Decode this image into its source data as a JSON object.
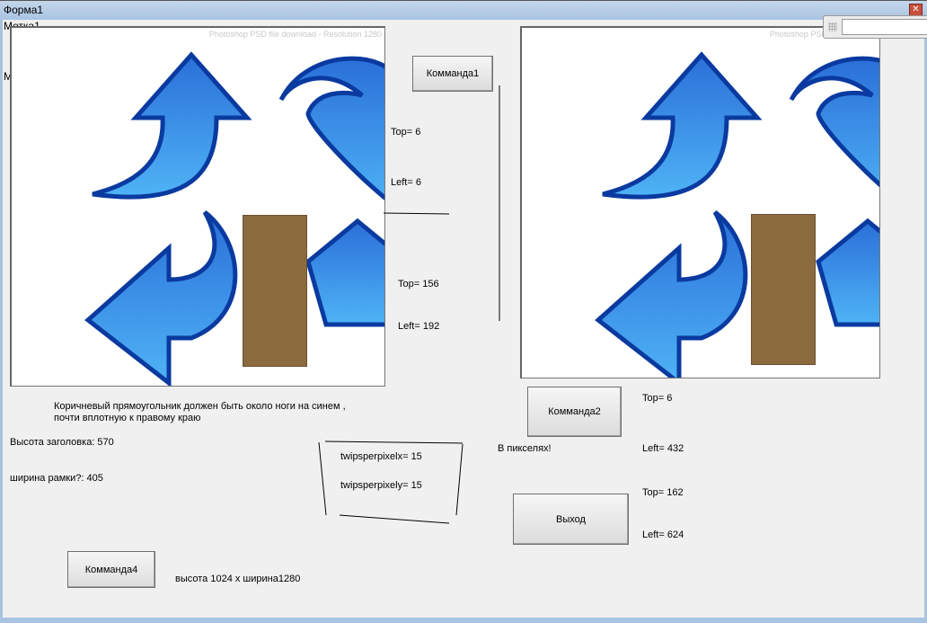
{
  "window": {
    "title": "Форма1",
    "close_icon": "close-icon"
  },
  "labels": {
    "metka1": "Метка1",
    "metka_partial": "М",
    "top1": "Top= 6",
    "left1": "Left= 6",
    "top2": "Top= 156",
    "left2": "Left= 192",
    "top3": "Top= 6",
    "left3": "Left= 432",
    "top4": "Top= 162",
    "left4": "Left= 624",
    "note1": "Коричневый прямоугольник должен быть около ноги на синем ,",
    "note2": "почти вплотную к правому краю",
    "header_height": "Высота заголовка: 570",
    "frame_width": "ширина рамки?: 405",
    "twipsx": "twipsperpixelx= 15",
    "twipsy": "twipsperpixely= 15",
    "pixels": "В пикселях!",
    "resolution": "высота 1024 х ширина1280"
  },
  "pictures": {
    "left_watermark": "Photoshop PSD file download   -   Resolution 1280",
    "right_watermark": "Photoshop PSD file download"
  },
  "buttons": {
    "cmd1": "Комманда1",
    "cmd2": "Комманда2",
    "exit": "Выход",
    "cmd4": "Комманда4"
  },
  "colors": {
    "arrow_light": "#4fb3f5",
    "arrow_dark": "#0a3aa0",
    "brown": "#8b6a3e"
  }
}
